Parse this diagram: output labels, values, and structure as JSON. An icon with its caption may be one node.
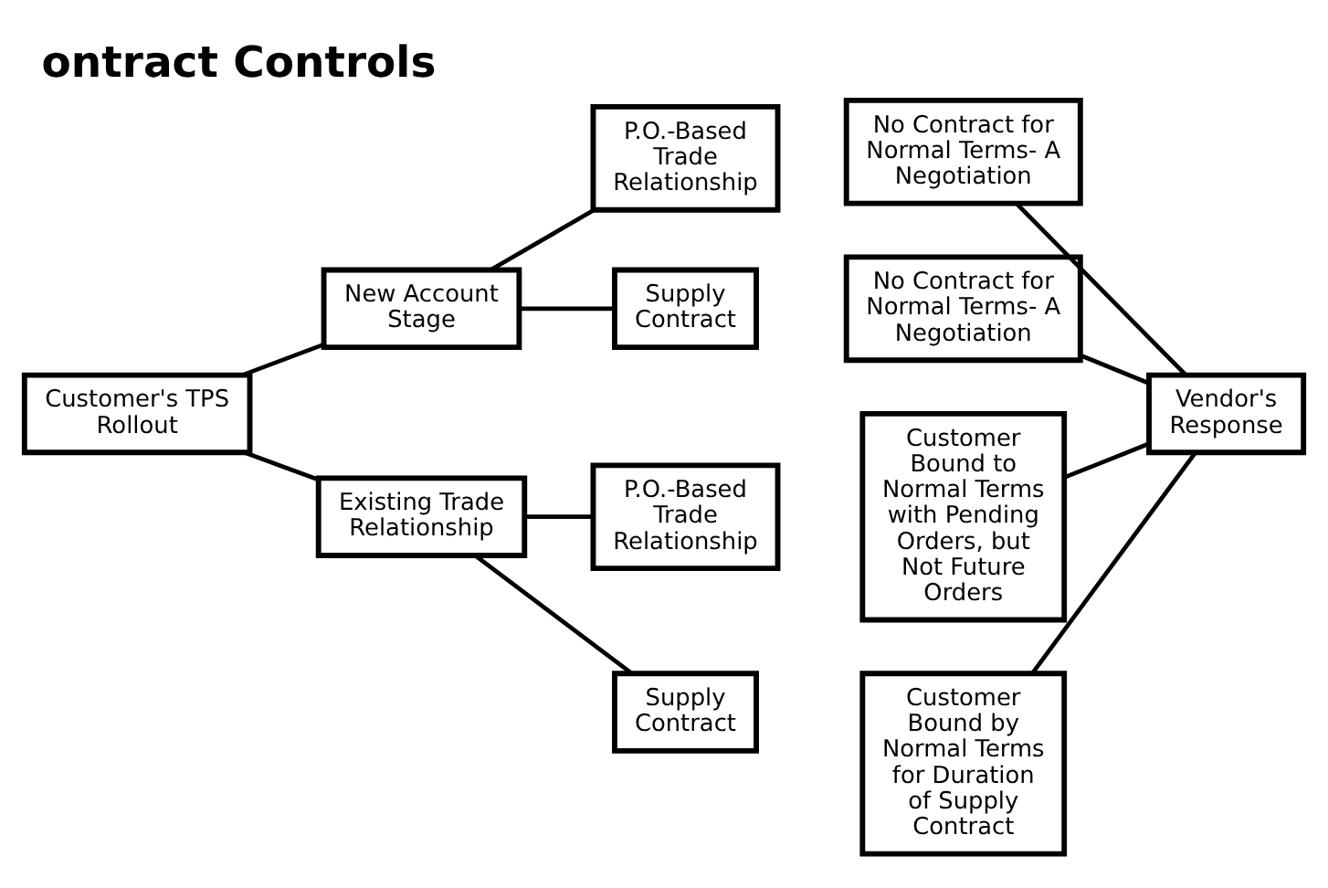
{
  "diagram": {
    "title": "ontract Controls",
    "nodes": [
      {
        "text": [
          "Customer's TPS Rollout"
        ]
      },
      {
        "text": [
          "New Account Stage"
        ]
      },
      {
        "text": [
          "Existing Trade Relationship"
        ]
      },
      {
        "text": [
          "P.O.-Based Trade Relationship"
        ]
      },
      {
        "text": [
          "Supply Contract"
        ]
      },
      {
        "text": [
          "P.O.-Based Trade Relationship"
        ]
      },
      {
        "text": [
          "Supply Contract"
        ]
      },
      {
        "text": [
          "No Contract for Normal Terms- A Negotiation"
        ]
      },
      {
        "text": [
          "No Contract for Normal Terms- A Negotiation"
        ]
      },
      {
        "text": [
          "Customer Bound to Normal Terms with Pending Orders, but Not Future Orders"
        ]
      },
      {
        "text": [
          "Customer Bound by Normal Terms for Duration of Supply Contract"
        ]
      },
      {
        "text": [
          "Vendor's Response"
        ]
      }
    ],
    "edges": [
      {
        "from": 0,
        "to": 1,
        "arrow": "none"
      },
      {
        "from": 0,
        "to": 2,
        "arrow": "none"
      },
      {
        "from": 1,
        "to": 3,
        "arrow": "none"
      },
      {
        "from": 1,
        "to": 4,
        "arrow": "none"
      },
      {
        "from": 2,
        "to": 5,
        "arrow": "none"
      },
      {
        "from": 2,
        "to": 6,
        "arrow": "none"
      },
      {
        "from": 7,
        "to": 11,
        "arrow": "none"
      },
      {
        "from": 8,
        "to": 11,
        "arrow": "none"
      },
      {
        "from": 9,
        "to": 11,
        "arrow": "none"
      },
      {
        "from": 10,
        "to": 11,
        "arrow": "none"
      }
    ]
  }
}
